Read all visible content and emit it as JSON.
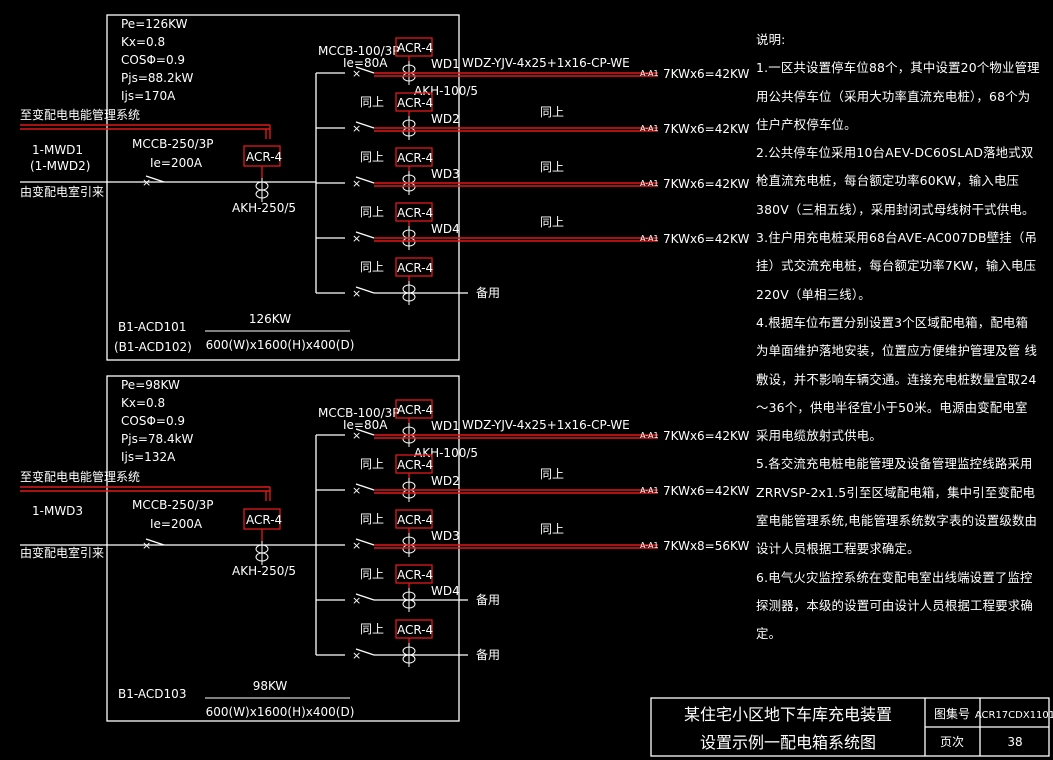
{
  "panel1": {
    "params": [
      "Pe=126KW",
      "Kx=0.8",
      "COSΦ=0.9",
      "Pjs=88.2kW",
      "Ijs=170A"
    ],
    "to_energy_mgmt": "至变配电电能管理系统",
    "feed_id": "1-MWD1",
    "feed_id2": "(1-MWD2)",
    "feed_from": "由变配电室引来",
    "main_breaker": "MCCB-250/3P",
    "main_ie": "Ie=200A",
    "main_meter": "ACR-4",
    "main_ct": "AKH-250/5",
    "branch_breaker": "MCCB-100/3P",
    "branch_ie": "Ie=80A",
    "branch_ct": "AKH-100/5",
    "same": "同上",
    "branches": [
      {
        "meter": "ACR-4",
        "circuit": "WD1",
        "cable": "WDZ-YJV-4x25+1x16-CP-WE",
        "tag": "A-A1",
        "load": "7KWx6=42KW"
      },
      {
        "meter": "ACR-4",
        "circuit": "WD2",
        "cable": "同上",
        "tag": "A-A1",
        "load": "7KWx6=42KW"
      },
      {
        "meter": "ACR-4",
        "circuit": "WD3",
        "cable": "同上",
        "tag": "A-A1",
        "load": "7KWx6=42KW"
      },
      {
        "meter": "ACR-4",
        "circuit": "WD4",
        "cable": "同上",
        "tag": "A-A1",
        "load": "7KWx6=42KW"
      },
      {
        "meter": "ACR-4",
        "circuit": "",
        "cable": "",
        "tag": "",
        "load": "备用"
      }
    ],
    "box_id": "B1-ACD101",
    "box_id2": "(B1-ACD102)",
    "box_power": "126KW",
    "box_size": "600(W)x1600(H)x400(D)"
  },
  "panel2": {
    "params": [
      "Pe=98KW",
      "Kx=0.8",
      "COSΦ=0.9",
      "Pjs=78.4kW",
      "Ijs=132A"
    ],
    "to_energy_mgmt": "至变配电电能管理系统",
    "feed_id": "1-MWD3",
    "feed_from": "由变配电室引来",
    "main_breaker": "MCCB-250/3P",
    "main_ie": "Ie=200A",
    "main_meter": "ACR-4",
    "main_ct": "AKH-250/5",
    "branch_breaker": "MCCB-100/3P",
    "branch_ie": "Ie=80A",
    "branch_ct": "AKH-100/5",
    "same": "同上",
    "branches": [
      {
        "meter": "ACR-4",
        "circuit": "WD1",
        "cable": "WDZ-YJV-4x25+1x16-CP-WE",
        "tag": "A-A1",
        "load": "7KWx6=42KW"
      },
      {
        "meter": "ACR-4",
        "circuit": "WD2",
        "cable": "同上",
        "tag": "A-A1",
        "load": "7KWx6=42KW"
      },
      {
        "meter": "ACR-4",
        "circuit": "WD3",
        "cable": "同上",
        "tag": "A-A1",
        "load": "7KWx8=56KW"
      },
      {
        "meter": "ACR-4",
        "circuit": "WD4",
        "cable": "",
        "tag": "",
        "load": "备用"
      },
      {
        "meter": "ACR-4",
        "circuit": "",
        "cable": "",
        "tag": "",
        "load": "备用"
      }
    ],
    "box_id": "B1-ACD103",
    "box_power": "98KW",
    "box_size": "600(W)x1600(H)x400(D)"
  },
  "notes": {
    "heading": "说明:",
    "items": [
      "1.一区共设置停车位88个，其中设置20个物业管理用公共停车位（采用大功率直流充电桩），68个为住户产权停车位。",
      "2.公共停车位采用10台AEV-DC60SLAD落地式双枪直流充电桩，每台额定功率60KW，输入电压380V（三相五线），采用封闭式母线树干式供电。",
      "3.住户用充电桩采用68台AVE-AC007DB壁挂（吊挂）式交流充电桩，每台额定功率7KW，输入电压220V（单相三线）。",
      "4.根据车位布置分别设置3个区域配电箱，配电箱为单面维护落地安装，位置应方便维护管理及管 线敷设，并不影响车辆交通。连接充电桩数量宜取24～36个，供电半径宜小于50米。电源由变配电室采用电缆放射式供电。",
      "5.各交流充电桩电能管理及设备管理监控线路采用 ZRRVSP-2x1.5引至区域配电箱，集中引至变配电室电能管理系统,电能管理系统数字表的设置级数由设计人员根据工程要求确定。",
      "6.电气火灾监控系统在变配电室出线端设置了监控探测器，本级的设置可由设计人员根据工程要求确定。"
    ]
  },
  "title_block": {
    "title_line1": "某住宅小区地下车库充电装置",
    "title_line2": "设置示例一配电箱系统图",
    "atlas_label": "图集号",
    "atlas_value": "ACR17CDX1101",
    "page_label": "页次",
    "page_value": "38"
  },
  "colors": {
    "background": "#000000",
    "line": "#ffffff",
    "accent": "#e01818"
  }
}
